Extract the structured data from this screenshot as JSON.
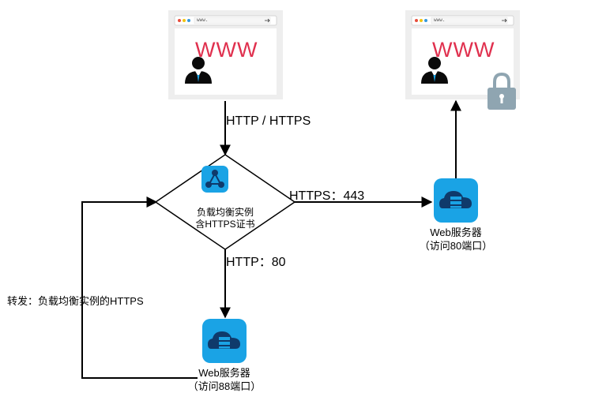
{
  "browsers": [
    {
      "url": "www.",
      "text": "WWW",
      "locked": false
    },
    {
      "url": "www.",
      "text": "WWW",
      "locked": true
    }
  ],
  "balancer": {
    "line1": "负载均衡实例",
    "line2": "含HTTPS证书"
  },
  "edges": {
    "client_to_lb": "HTTP / HTTPS",
    "lb_to_web443": "HTTPS：443",
    "lb_to_web80": "HTTP：80",
    "forward": "转发：负载均衡实例的HTTPS"
  },
  "servers": [
    {
      "name": "Web服务器",
      "note": "（访问80端口）"
    },
    {
      "name": "Web服务器",
      "note": "（访问88端口）"
    }
  ],
  "colors": {
    "icon_blue": "#1aa3e5",
    "dark_blue": "#0f3a6b",
    "www_red": "#e0304e",
    "lock": "#8fa5b1"
  },
  "icons": [
    "browser-window-icon",
    "user-icon",
    "lock-icon",
    "load-balancer-icon",
    "cloud-server-icon"
  ]
}
